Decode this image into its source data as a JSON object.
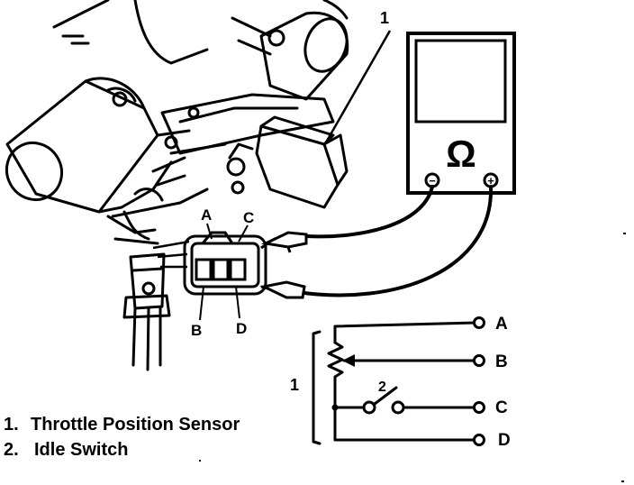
{
  "callout_number": "1",
  "meter_symbol": "Ω",
  "meter_minus": "−",
  "meter_plus": "+",
  "connector_pins": {
    "a": "A",
    "b": "B",
    "c": "C",
    "d": "D"
  },
  "schematic": {
    "sensor_number": "1",
    "switch_number": "2",
    "terminals": [
      "A",
      "B",
      "C",
      "D"
    ]
  },
  "legend": [
    {
      "number": "1.",
      "text": "Throttle Position Sensor"
    },
    {
      "number": "2.",
      "text": "Idle Switch"
    }
  ]
}
